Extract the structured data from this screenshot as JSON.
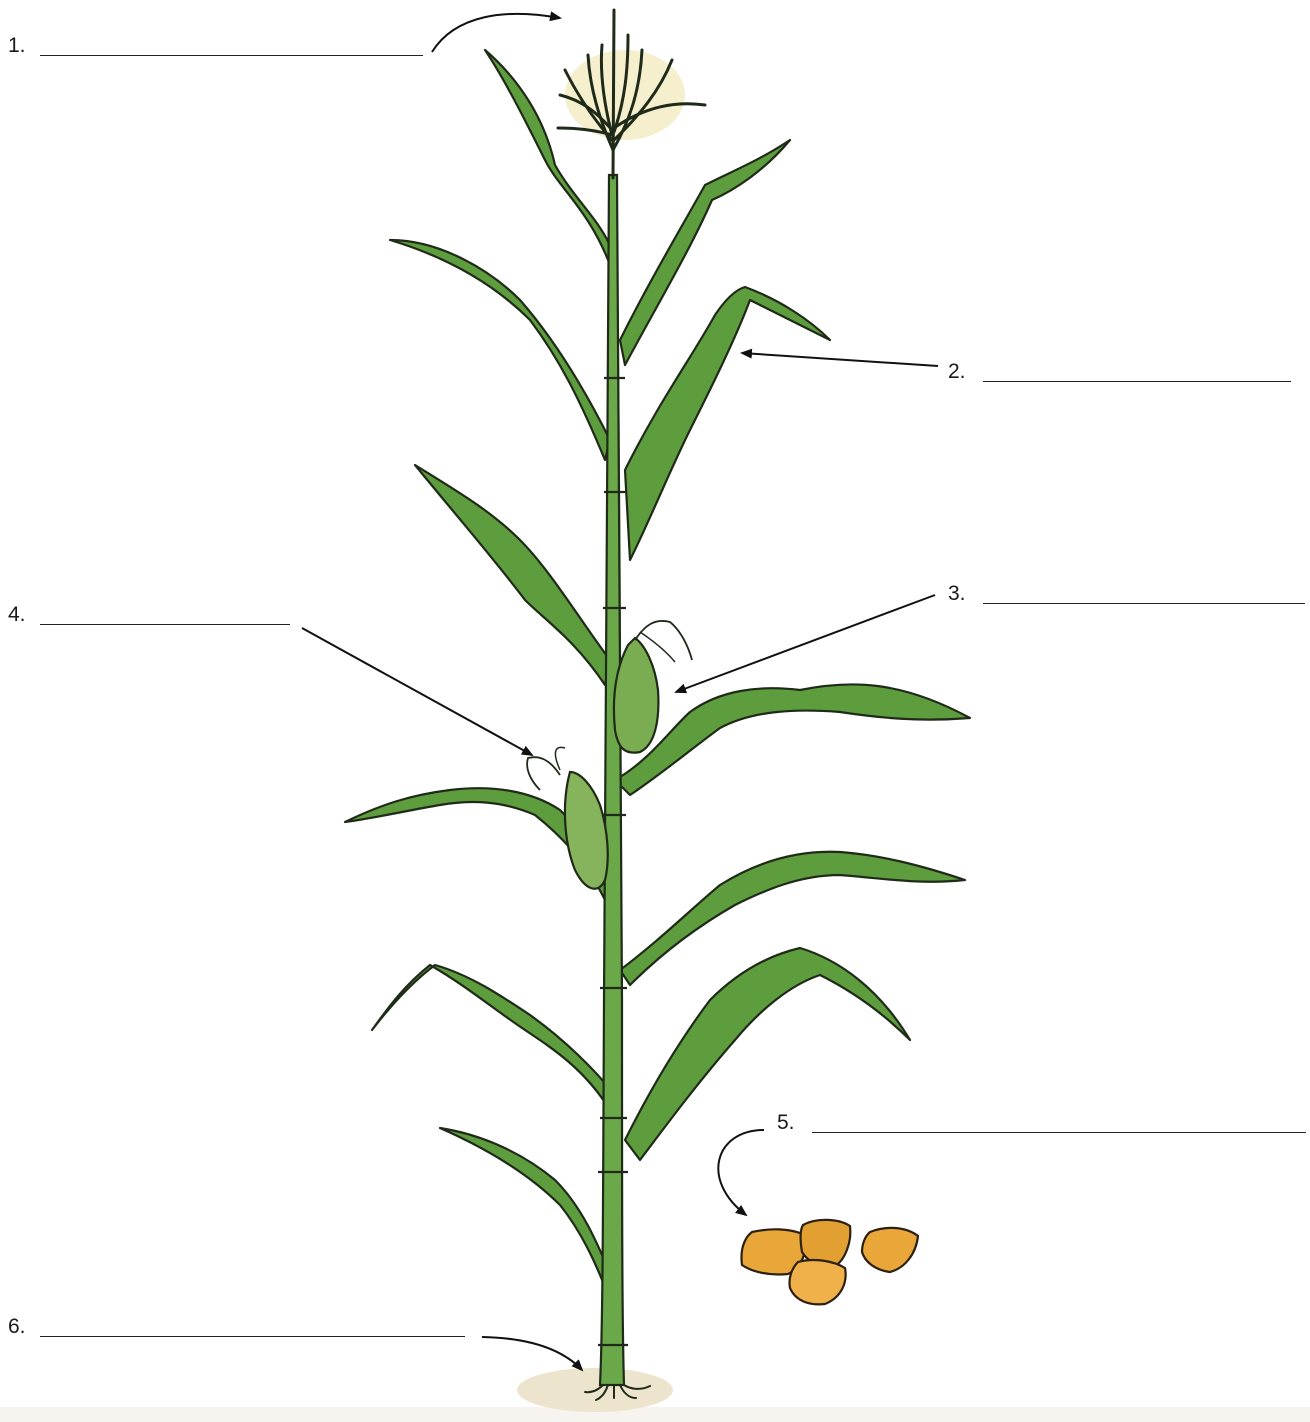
{
  "labels": [
    {
      "id": "1",
      "text": "1."
    },
    {
      "id": "2",
      "text": "2."
    },
    {
      "id": "3",
      "text": "3."
    },
    {
      "id": "4",
      "text": "4."
    },
    {
      "id": "5",
      "text": "5."
    },
    {
      "id": "6",
      "text": "6."
    }
  ],
  "colors": {
    "leaf": "#5a9a3c",
    "leaf_dark": "#2f5e22",
    "stalk": "#6aa84a",
    "outline": "#1f2a18",
    "kernel": "#e9a73a",
    "tassel_tint": "#f3ecc8",
    "soil": "#e8dfc6"
  }
}
